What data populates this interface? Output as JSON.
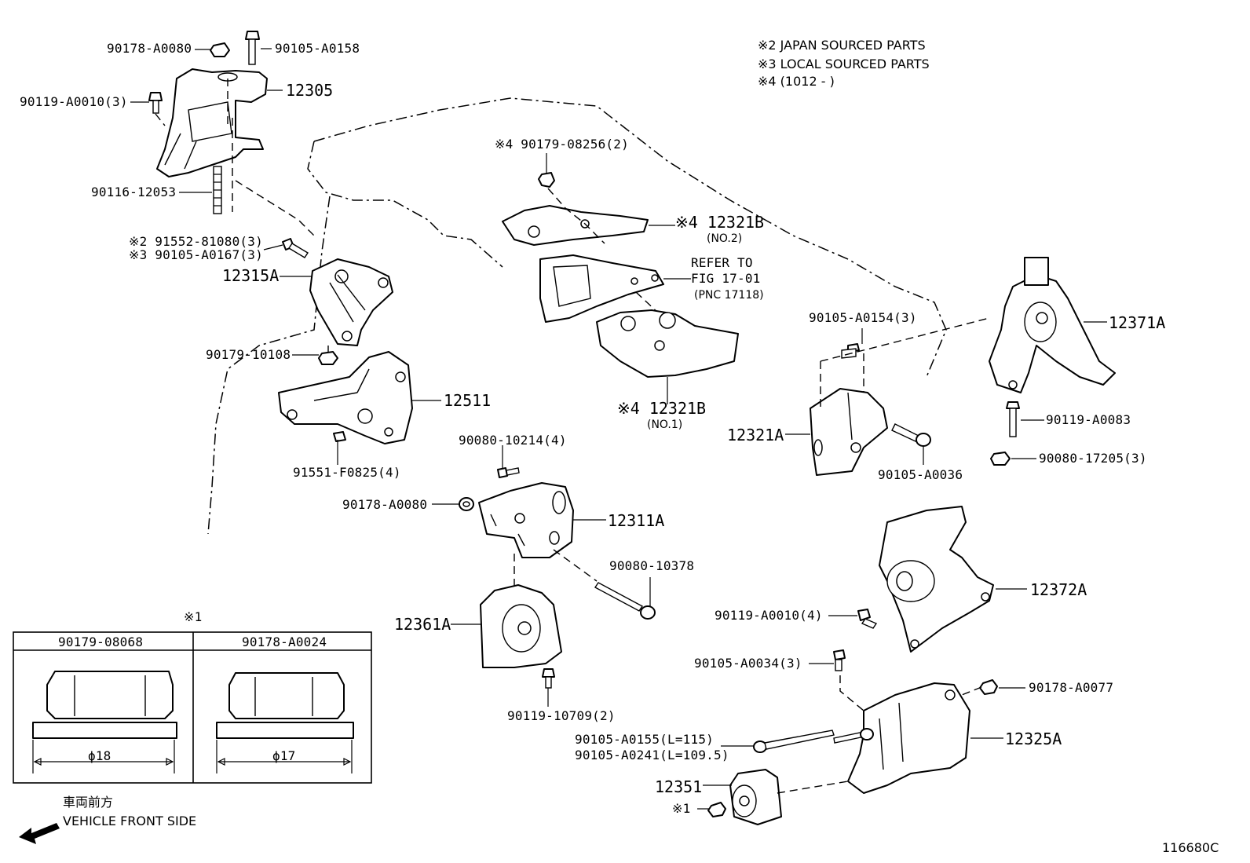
{
  "notes": {
    "n2": "※2 JAPAN SOURCED PARTS",
    "n3": "※3 LOCAL SOURCED PARTS",
    "n4": "※4 (1012 -         )"
  },
  "labels": {
    "p90178_A0080_top": "90178-A0080",
    "p90105_A0158": "90105-A0158",
    "p90119_A0010_3": "90119-A0010(3)",
    "p12305": "12305",
    "p90116_12053": "90116-12053",
    "p91552_81080": "※2 91552-81080(3)",
    "p90105_A0167": "※3 90105-A0167(3)",
    "p12315A": "12315A",
    "p90179_10108": "90179-10108",
    "p12511": "12511",
    "p91551_F0825": "91551-F0825(4)",
    "p90179_08256": "※4 90179-08256(2)",
    "p12321B_no2": "※4 12321B",
    "p12321B_no2_sub": "(NO.2)",
    "refer_line1": "REFER TO",
    "refer_line2": "FIG 17-01",
    "refer_line3": "(PNC 17118)",
    "p12321B_no1": "※4 12321B",
    "p12321B_no1_sub": "(NO.1)",
    "p90080_10214": "90080-10214(4)",
    "p90178_A0080_mid": "90178-A0080",
    "p12311A": "12311A",
    "p90080_10378": "90080-10378",
    "p12361A": "12361A",
    "p90119_10709": "90119-10709(2)",
    "p90105_A0154": "90105-A0154(3)",
    "p12321A": "12321A",
    "p90105_A0036": "90105-A0036",
    "p12371A": "12371A",
    "p90119_A0083": "90119-A0083",
    "p90080_17205": "90080-17205(3)",
    "p12372A": "12372A",
    "p90119_A0010_4": "90119-A0010(4)",
    "p90105_A0034": "90105-A0034(3)",
    "p90178_A0077": "90178-A0077",
    "p90105_A0155": "90105-A0155(L=115)",
    "p90105_A0241": "90105-A0241(L=109.5)",
    "p12325A": "12325A",
    "p12351": "12351",
    "p_ref1": "※1"
  },
  "inset": {
    "mark": "※1",
    "col1_header": "90179-08068",
    "col2_header": "90178-A0024",
    "col1_dim": "ϕ18",
    "col2_dim": "ϕ17"
  },
  "front": {
    "jp": "車両前方",
    "en": "VEHICLE FRONT SIDE"
  },
  "figure_code": "116680C"
}
